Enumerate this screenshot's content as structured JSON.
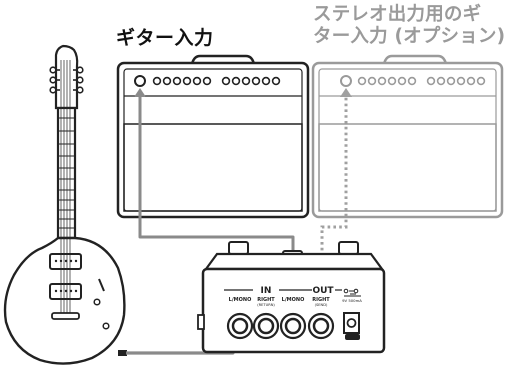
{
  "labels": {
    "guitar_input": "ギター入力",
    "stereo_output_line1": "ステレオ出力用のギ",
    "stereo_output_line2": "ター入力 (オプション)"
  },
  "pedal": {
    "in_section": "IN",
    "out_section": "OUT",
    "jacks": [
      {
        "name": "L/MONO",
        "sub": ""
      },
      {
        "name": "RIGHT",
        "sub": "(RETURN)"
      },
      {
        "name": "L/MONO",
        "sub": ""
      },
      {
        "name": "RIGHT",
        "sub": "(SEND)"
      }
    ],
    "power_label": "9V 500mA"
  },
  "colors": {
    "main_cable": "#8a8a8a",
    "optional_cable": "#a0a0a0",
    "amp_outline": "#222222",
    "optional_amp_outline": "#9a9a9a"
  }
}
